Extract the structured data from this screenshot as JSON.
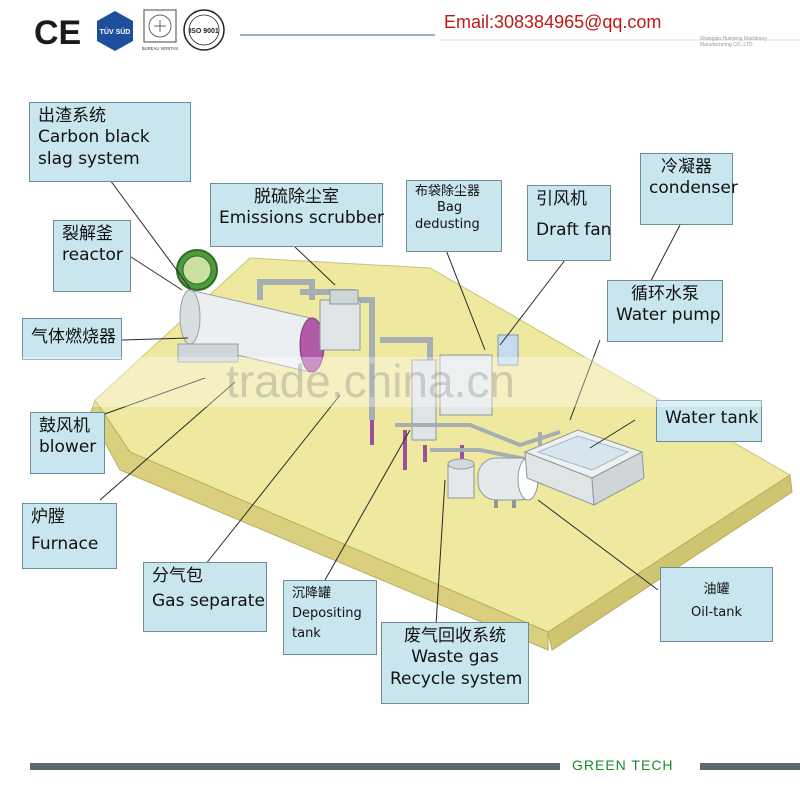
{
  "header": {
    "ce_mark": "CE",
    "tuv_mark": "TÜV SÜD",
    "bv_mark": "BUREAU VERITAS",
    "iso_mark": "ISO 9001",
    "email": "Email:308384965@qq.com",
    "email_sub": "Shangqiu Huimeng Machinery Manufacturing CO.,LTD"
  },
  "watermark": "trade.china.cn",
  "footer": {
    "brand": "GREEN TECH"
  },
  "labels": {
    "slag": {
      "zh": "出渣系统",
      "en1": "Carbon black",
      "en2": "slag system"
    },
    "scrubber": {
      "zh": "脱硫除尘室",
      "en": "Emissions scrubber"
    },
    "bag": {
      "zh": "布袋除尘器",
      "en1": "Bag",
      "en2": "dedusting"
    },
    "fan": {
      "zh": "引风机",
      "en": "Draft fan"
    },
    "condenser": {
      "zh": "冷凝器",
      "en": "condenser"
    },
    "reactor": {
      "zh": "裂解釜",
      "en": "reactor"
    },
    "pump": {
      "zh": "循环水泵",
      "en": "Water pump"
    },
    "burner": {
      "zh": "气体燃烧器"
    },
    "blower": {
      "zh": "鼓风机",
      "en": "blower"
    },
    "watertank": {
      "en": "Water tank"
    },
    "furnace": {
      "zh": "炉膛",
      "en": "Furnace"
    },
    "gassep": {
      "zh": "分气包",
      "en": "Gas separate"
    },
    "deposit": {
      "zh": "沉降罐",
      "en1": "Depositing",
      "en2": "tank"
    },
    "waste": {
      "zh": "废气回收系统",
      "en1": "Waste gas",
      "en2": "Recycle system"
    },
    "oiltank": {
      "zh": "油罐",
      "en": "Oil-tank"
    }
  },
  "colors": {
    "label_bg": "#c9e6ef",
    "platform": "#efe9a0",
    "equipment": "#e9ecee",
    "pipe": "#9aa3a6",
    "accent_pipe": "#9b4f9c",
    "email": "#c01818",
    "footer_text": "#1b8c2c"
  }
}
